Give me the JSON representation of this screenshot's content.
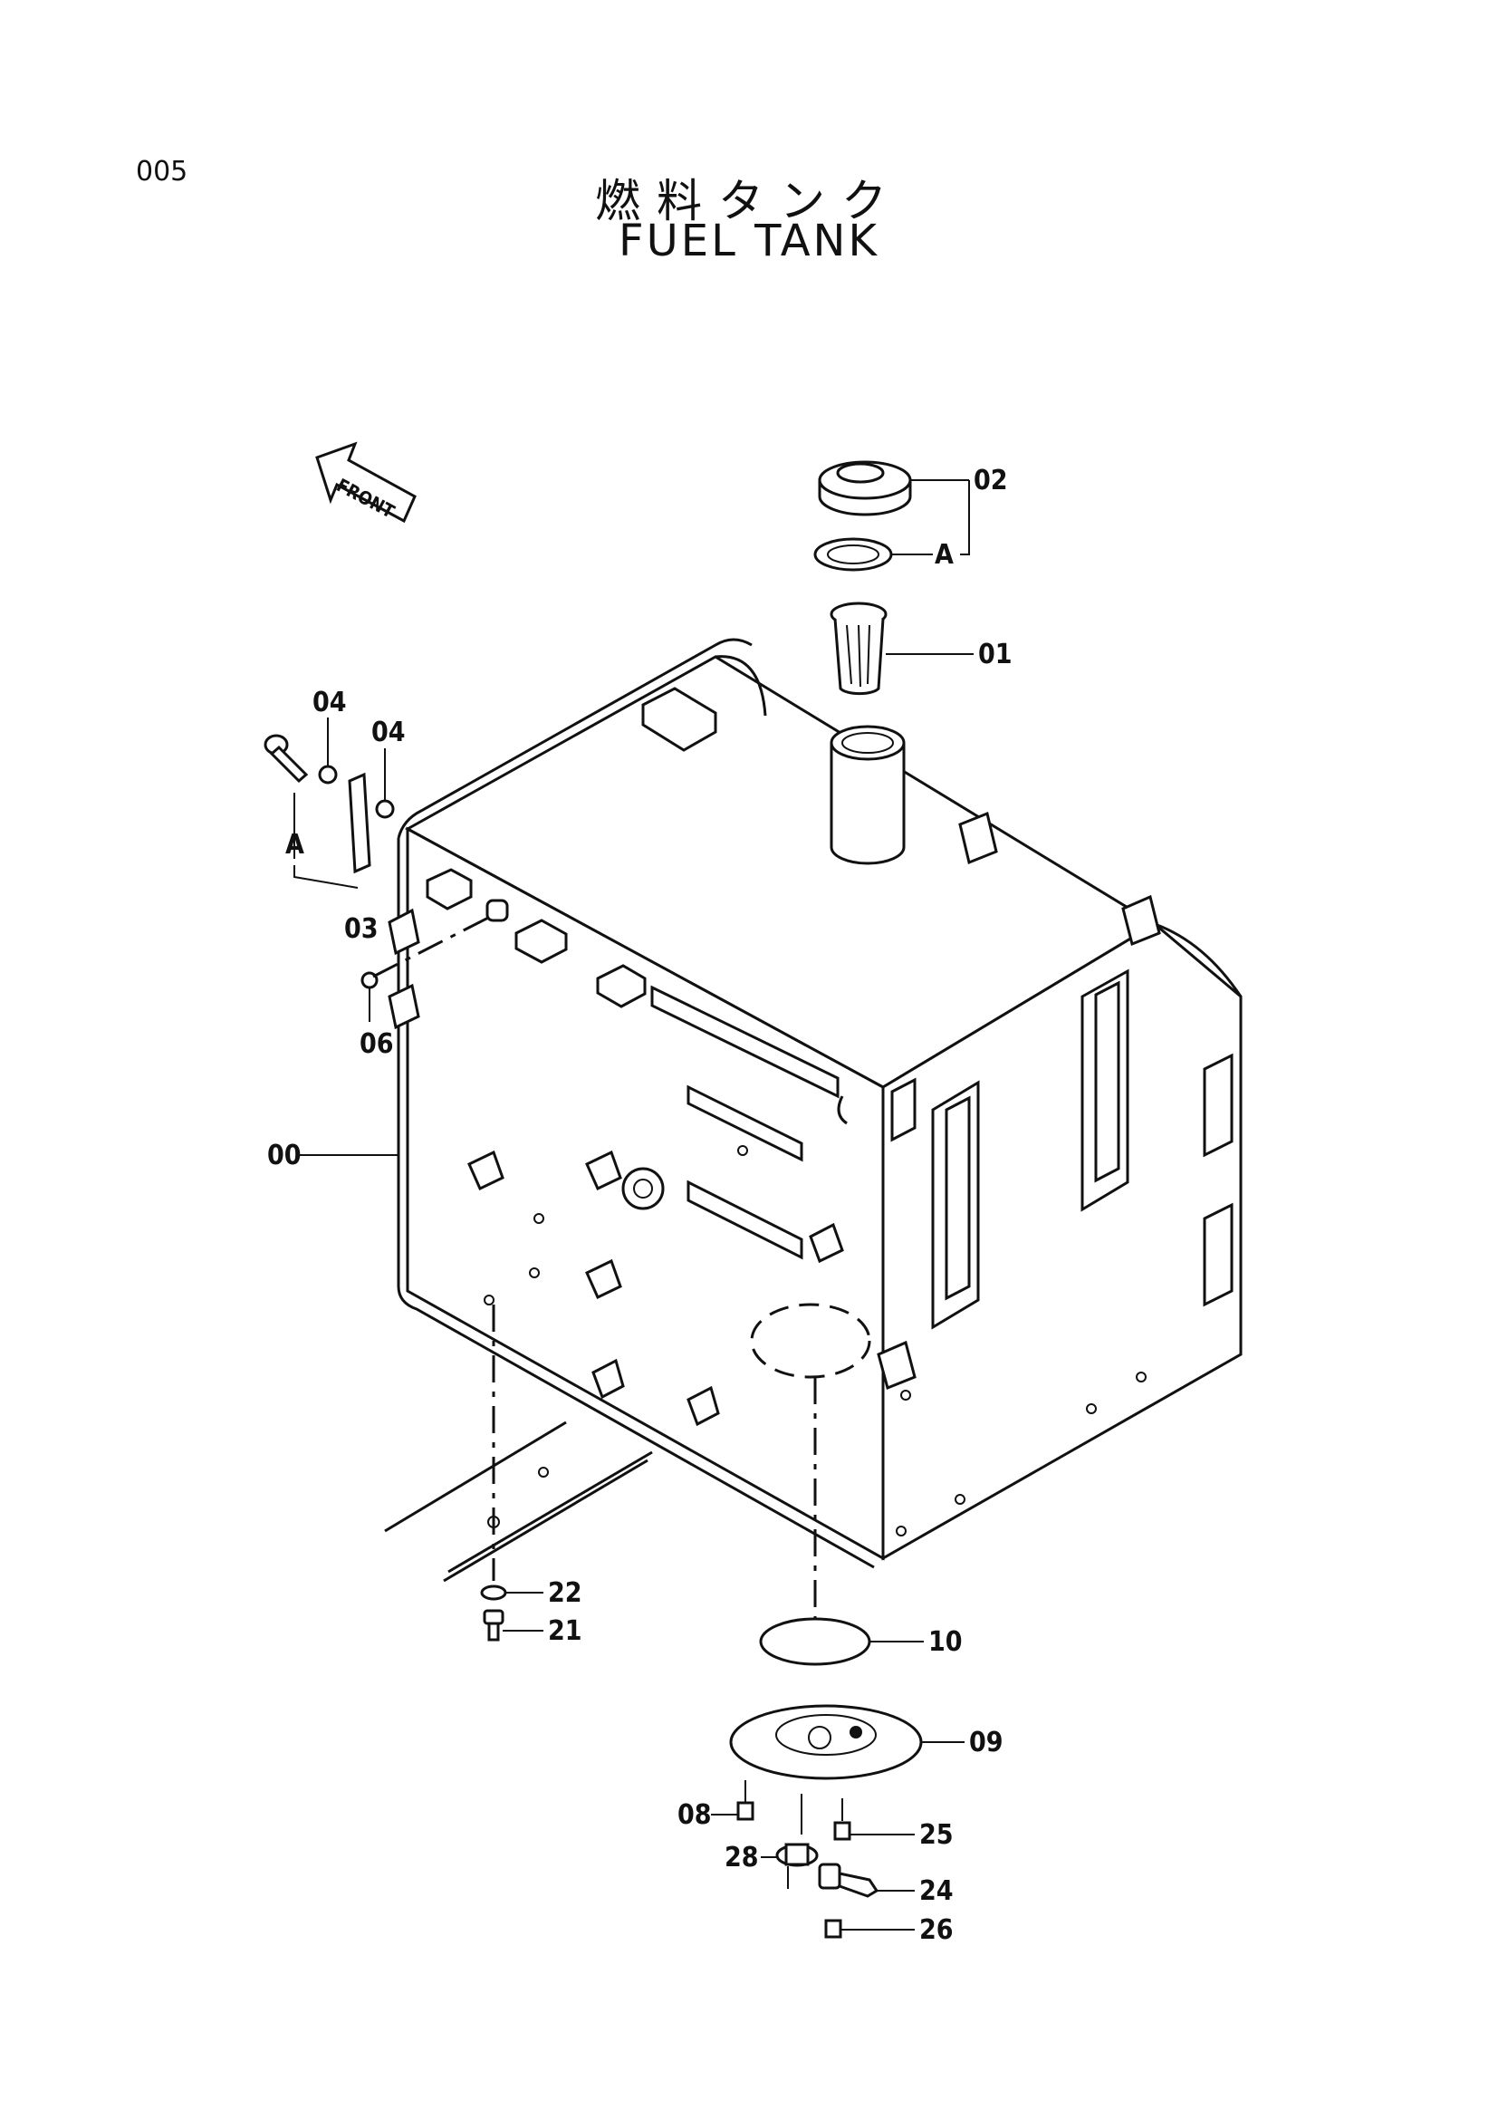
{
  "page_number": "005",
  "title_jp": "燃料タンク",
  "title_en": "FUEL TANK",
  "front_label": "FRONT",
  "callouts": {
    "c00": "00",
    "c01": "01",
    "c02": "02",
    "cA1": "A",
    "cA2": "A",
    "c03": "03",
    "c04a": "04",
    "c04b": "04",
    "c06": "06",
    "c08": "08",
    "c09": "09",
    "c10": "10",
    "c21": "21",
    "c22": "22",
    "c24": "24",
    "c25": "25",
    "c26": "26",
    "c28": "28"
  }
}
